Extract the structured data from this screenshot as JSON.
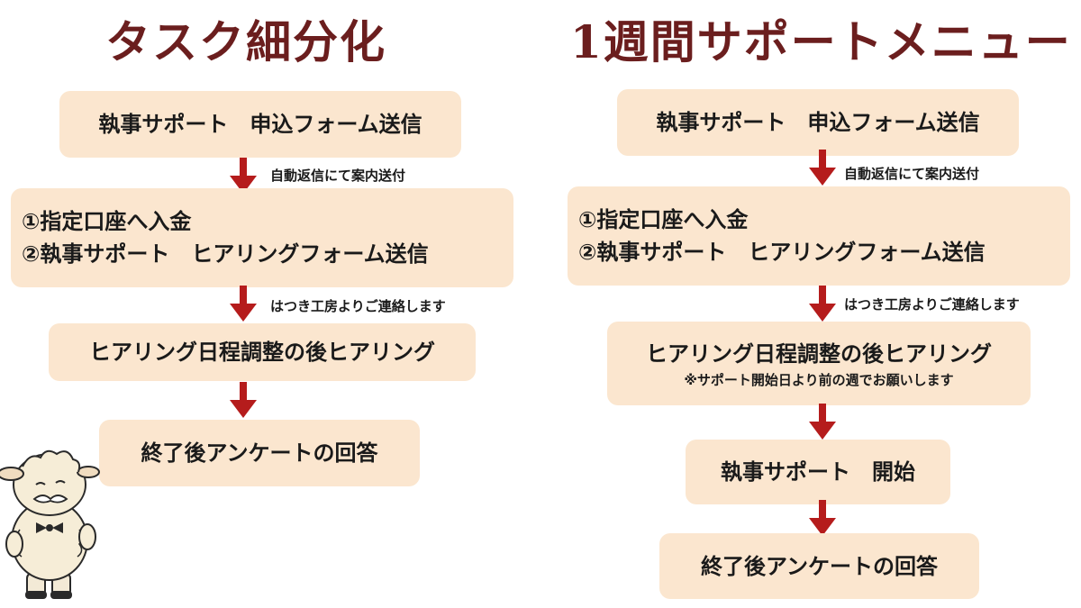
{
  "left": {
    "title": "タスク細分化",
    "box1": "執事サポート　申込フォーム送信",
    "caption1": "自動返信にて案内送付",
    "box2_line1": "①指定口座へ入金",
    "box2_line2": "②執事サポート　ヒアリングフォーム送信",
    "caption2": "はつき工房よりご連絡します",
    "box3": "ヒアリング日程調整の後ヒアリング",
    "box4": "終了後アンケートの回答"
  },
  "right": {
    "title": "1週間サポートメニュー",
    "box1": "執事サポート　申込フォーム送信",
    "caption1": "自動返信にて案内送付",
    "box2_line1": "①指定口座へ入金",
    "box2_line2": "②執事サポート　ヒアリングフォーム送信",
    "caption2": "はつき工房よりご連絡します",
    "box3": "ヒアリング日程調整の後ヒアリング",
    "box3_note": "※サポート開始日より前の週でお願いします",
    "box4": "執事サポート　開始",
    "box5": "終了後アンケートの回答"
  },
  "colors": {
    "title": "#6b1e1e",
    "box": "#fbe6cf",
    "arrow": "#b51c1c"
  },
  "mascot_icon": "sheep-butler-mascot-icon"
}
